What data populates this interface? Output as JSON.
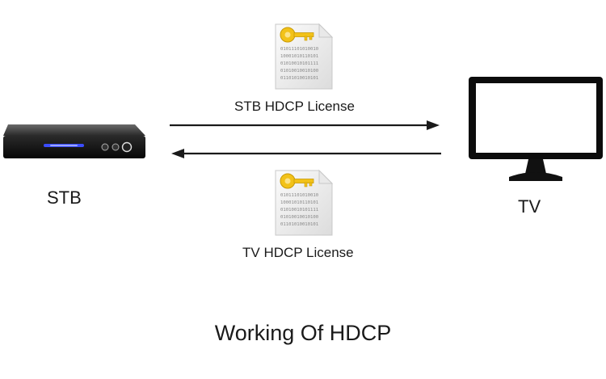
{
  "diagram": {
    "caption": "Working Of HDCP",
    "devices": {
      "stb": {
        "label": "STB",
        "icon": "set-top-box-icon"
      },
      "tv": {
        "label": "TV",
        "icon": "tv-monitor-icon"
      }
    },
    "exchanges": [
      {
        "label": "STB HDCP License",
        "direction": "STB to TV",
        "icon": "license-key-document-icon",
        "binary_lines": [
          "01011101010010",
          "10001010110101",
          "01010010101111",
          "01010010010100",
          "01101010010101"
        ]
      },
      {
        "label": "TV HDCP License",
        "direction": "TV to STB",
        "icon": "license-key-document-icon",
        "binary_lines": [
          "01011101010010",
          "10001010110101",
          "01010010101111",
          "01010010010100",
          "01101010010101"
        ]
      }
    ],
    "colors": {
      "key": "#f2c219",
      "arrow": "#1a1a1a",
      "device": "#111111",
      "power_light": "#3b4dff"
    }
  }
}
